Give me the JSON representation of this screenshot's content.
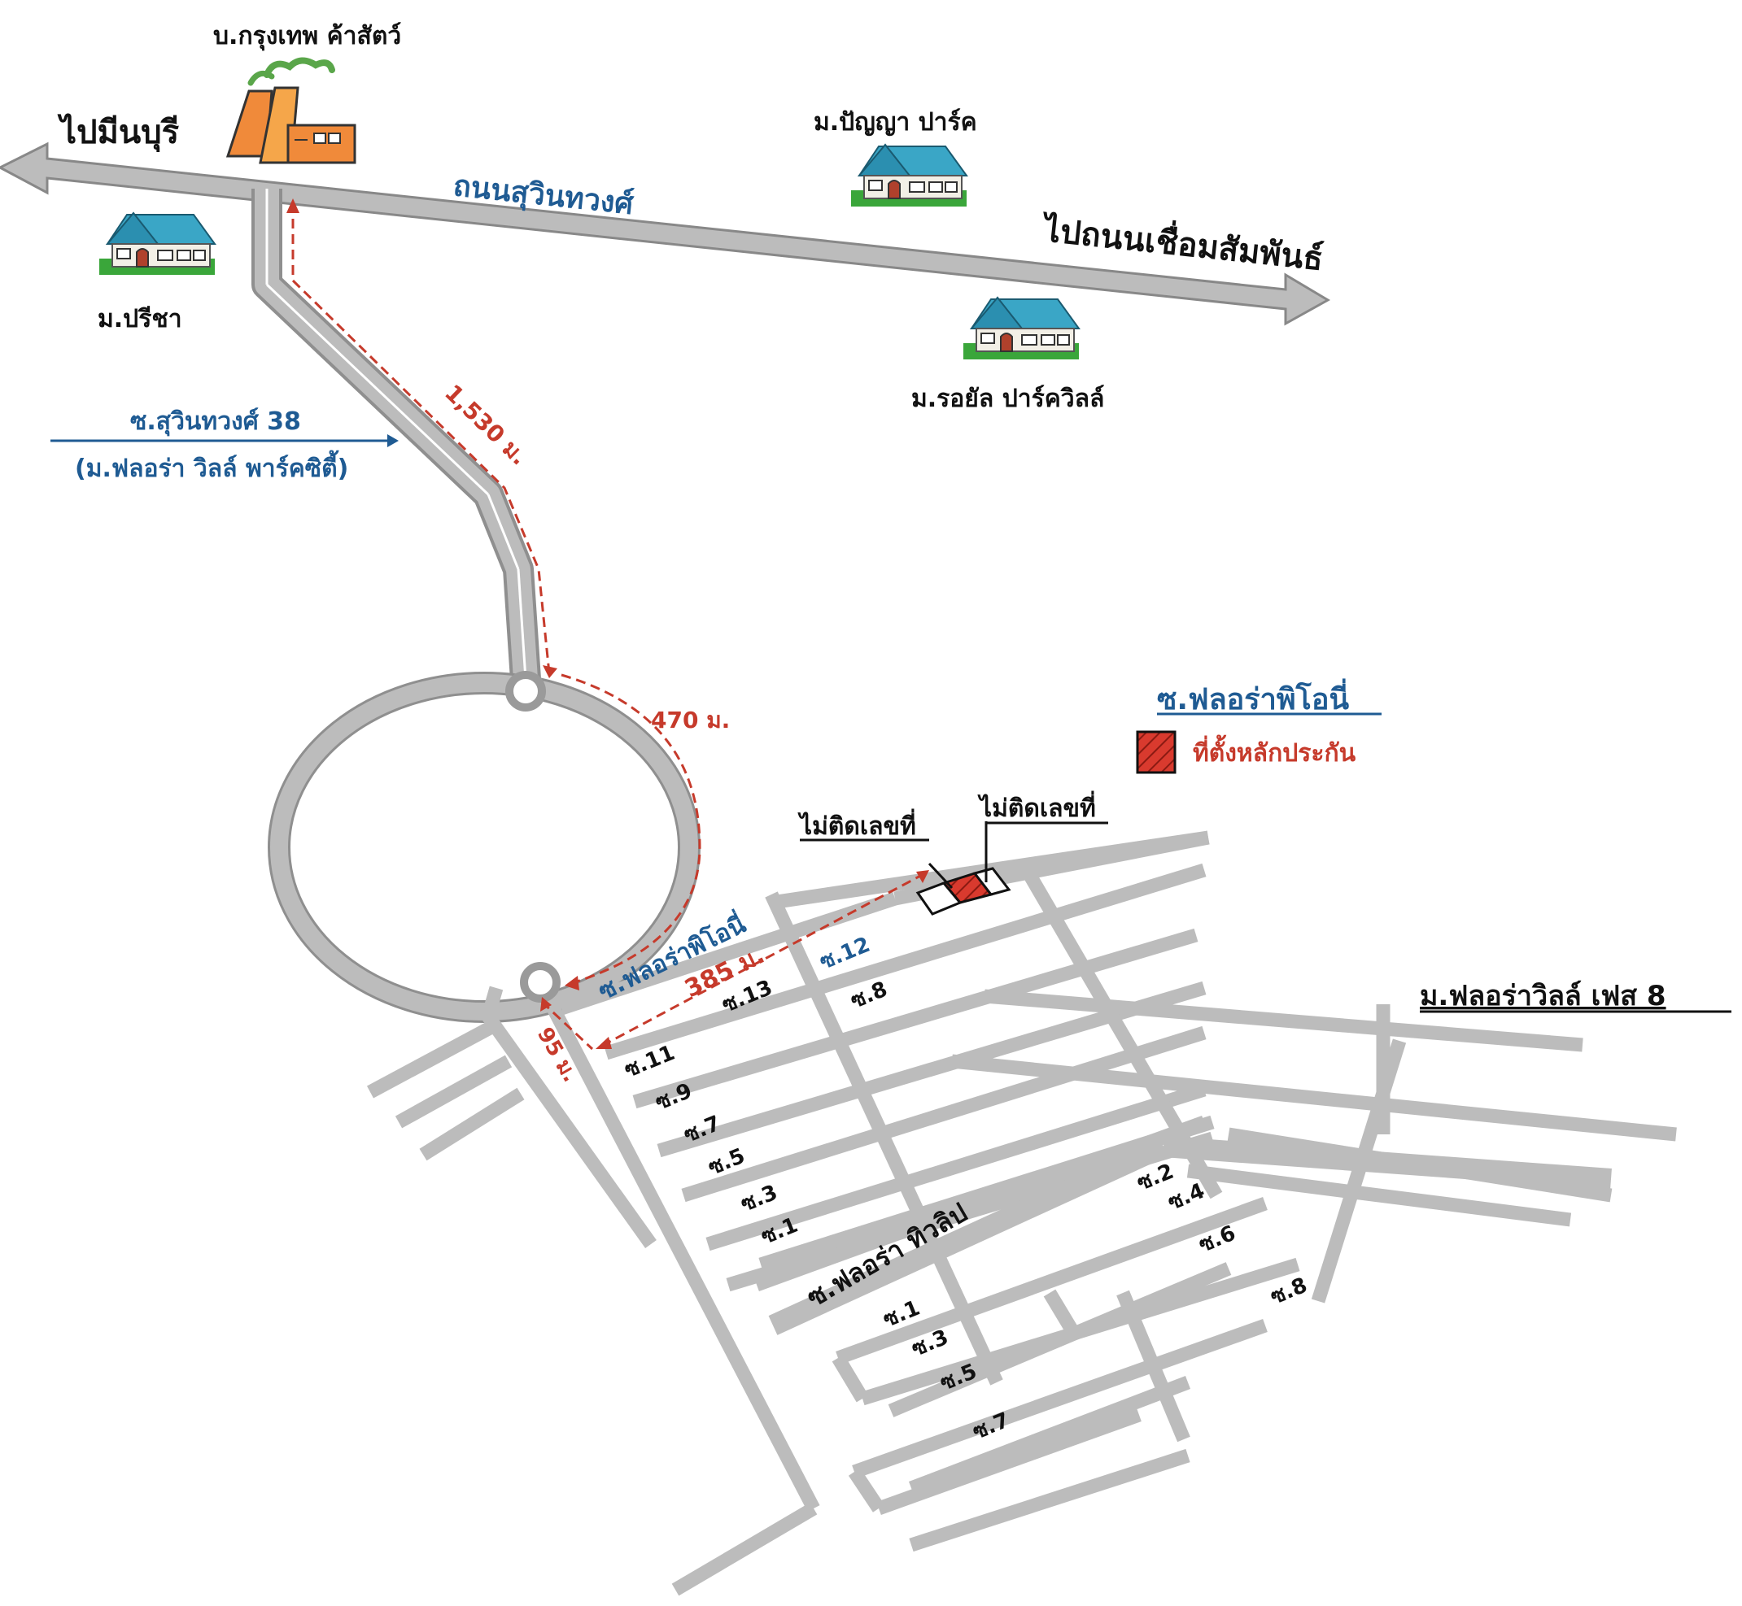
{
  "labels": {
    "factory": "บ.กรุงเทพ ค้าสัตว์",
    "to_minburi": "ไปมีนบุรี",
    "main_road": "ถนนสุวินทวงศ์",
    "to_connect_road": "ไปถนนเชื่อมสัมพันธ์",
    "village_pricha": "ม.ปรีชา",
    "village_panya": "ม.ปัญญา ปาร์ค",
    "village_royal": "ม.รอยัล ปาร์ควิลล์",
    "soi_38": "ซ.สุวินทวงศ์ 38",
    "soi_38_sub": "(ม.ฟลอร่า วิลล์ พาร์คซิตี้)",
    "dist_1530": "1,530 ม.",
    "dist_470": "470 ม.",
    "dist_385": "385 ม.",
    "dist_95": "95 ม.",
    "legend_title": "ซ.ฟลอร่าพิโอนี่",
    "legend_item": "ที่ตั้งหลักประกัน",
    "no_number_1": "ไม่ติดเลขที่",
    "no_number_2": "ไม่ติดเลขที่",
    "phase8": "ม.ฟลอร่าวิลล์ เฟส 8",
    "soi_peony": "ซ.ฟลอร่าพิโอนี่",
    "soi_tulip": "ซ.ฟลอร่า ทิวลิป"
  },
  "soi_labels": [
    "ซ.12",
    "ซ.13",
    "ซ.8",
    "ซ.11",
    "ซ.9",
    "ซ.7",
    "ซ.5",
    "ซ.3",
    "ซ.1",
    "ซ.2",
    "ซ.4",
    "ซ.6",
    "ซ.8",
    "ซ.1",
    "ซ.3",
    "ซ.5",
    "ซ.7"
  ],
  "colors": {
    "road": "#bcbcbc",
    "route": "#c63a2b",
    "label_blue": "#1f5b93",
    "collateral": "#d93a2e",
    "house_roof": "#3aa6c6",
    "grass": "#3aa63a",
    "factory": "#f08a3a"
  },
  "icons": [
    "factory-icon",
    "house-icon",
    "arrow-icon",
    "collateral-plot-icon"
  ]
}
